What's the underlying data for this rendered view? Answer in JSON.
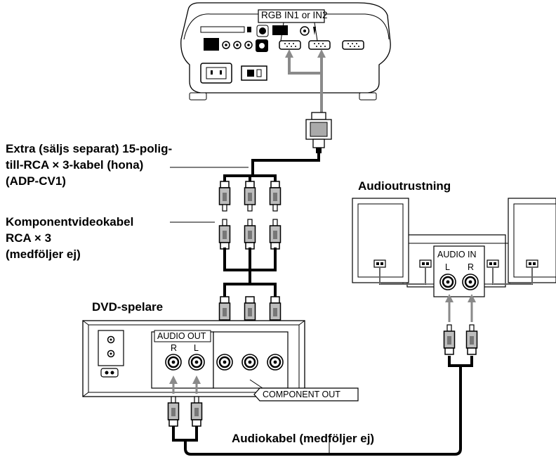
{
  "projector": {
    "input_label": "RGB IN1 or IN2"
  },
  "adapter_cable_label": {
    "line1": "Extra (säljs separat) 15-polig-",
    "line2": "till-RCA × 3-kabel (hona)",
    "line3": "(ADP-CV1)"
  },
  "component_cable_label": {
    "line1": "Komponentvideokabel",
    "line2": "RCA × 3",
    "line3": "(medföljer ej)"
  },
  "dvd_player": {
    "title": "DVD-spelare",
    "audio_out_label": "AUDIO OUT",
    "audio_out_r": "R",
    "audio_out_l": "L",
    "component_out_label": "COMPONENT OUT"
  },
  "audio_equipment": {
    "title": "Audioutrustning",
    "audio_in_label": "AUDIO IN",
    "audio_in_l": "L",
    "audio_in_r": "R"
  },
  "audio_cable_label": "Audiokabel (medföljer ej)"
}
